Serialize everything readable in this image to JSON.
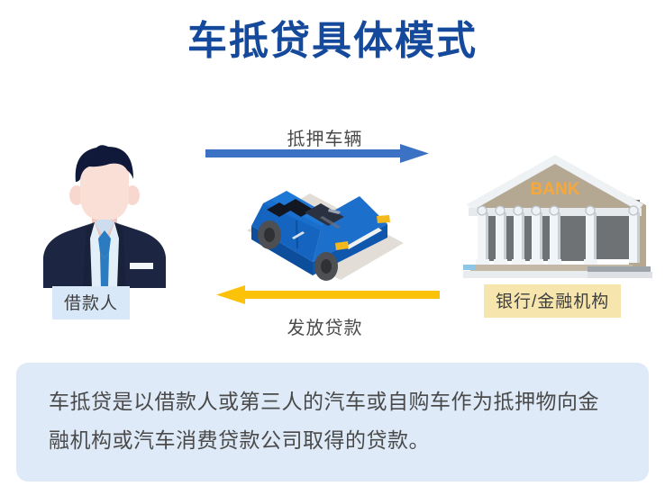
{
  "title": "车抵贷具体模式",
  "theme": {
    "title_color": "#14499B",
    "arrow_forward_color": "#3B72C4",
    "arrow_back_color": "#FCC20A",
    "borrower_chip_bg": "#D9E8F8",
    "bank_chip_bg": "#F6E6AE",
    "description_bg": "#DEEAF8",
    "body_text_color": "#4a4a4a",
    "car_body_color": "#1565C0",
    "bank_sign_color": "#F7A838"
  },
  "diagram": {
    "type": "process-flow",
    "entities": [
      {
        "id": "borrower",
        "label": "借款人",
        "icon": "businessman-avatar-icon"
      },
      {
        "id": "collateral",
        "label": "",
        "icon": "blue-car-icon"
      },
      {
        "id": "bank",
        "label": "银行/金融机构",
        "icon": "bank-building-icon",
        "sign_text": "BANK"
      }
    ],
    "flows": [
      {
        "id": "pledge-vehicle",
        "label": "抵押车辆",
        "direction": "right",
        "from": "borrower",
        "to": "bank",
        "color": "#3B72C4"
      },
      {
        "id": "issue-loan",
        "label": "发放贷款",
        "direction": "left",
        "from": "bank",
        "to": "borrower",
        "color": "#FCC20A"
      }
    ]
  },
  "description": {
    "text": "车抵贷是以借款人或第三人的汽车或自购车作为抵押物向金融机构或汽车消费贷款公司取得的贷款。"
  }
}
